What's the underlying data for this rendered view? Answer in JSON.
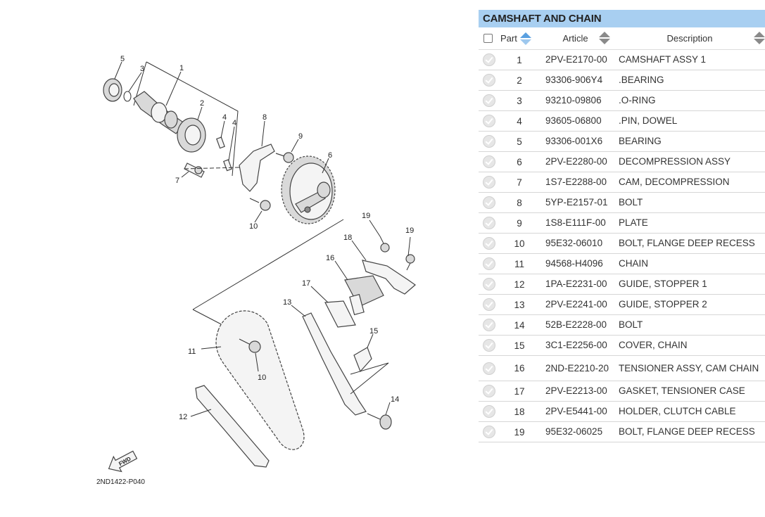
{
  "diagram": {
    "code": "2ND1422-P040",
    "fwd_label": "FWD",
    "callouts": [
      "1",
      "2",
      "3",
      "4",
      "4",
      "5",
      "6",
      "7",
      "8",
      "9",
      "10",
      "10",
      "11",
      "12",
      "13",
      "14",
      "15",
      "16",
      "17",
      "18",
      "19",
      "19"
    ]
  },
  "table": {
    "title": "CAMSHAFT AND CHAIN",
    "headers": {
      "part": "Part",
      "article": "Article",
      "description": "Description"
    },
    "rows": [
      {
        "part": "1",
        "article": "2PV-E2170-00",
        "description": "CAMSHAFT ASSY 1"
      },
      {
        "part": "2",
        "article": "93306-906Y4",
        "description": ".BEARING"
      },
      {
        "part": "3",
        "article": "93210-09806",
        "description": ".O-RING"
      },
      {
        "part": "4",
        "article": "93605-06800",
        "description": ".PIN, DOWEL"
      },
      {
        "part": "5",
        "article": "93306-001X6",
        "description": "BEARING"
      },
      {
        "part": "6",
        "article": "2PV-E2280-00",
        "description": "DECOMPRESSION ASSY"
      },
      {
        "part": "7",
        "article": "1S7-E2288-00",
        "description": "CAM, DECOMPRESSION"
      },
      {
        "part": "8",
        "article": "5YP-E2157-01",
        "description": "BOLT"
      },
      {
        "part": "9",
        "article": "1S8-E111F-00",
        "description": "PLATE"
      },
      {
        "part": "10",
        "article": "95E32-06010",
        "description": "BOLT, FLANGE DEEP RECESS"
      },
      {
        "part": "11",
        "article": "94568-H4096",
        "description": "CHAIN"
      },
      {
        "part": "12",
        "article": "1PA-E2231-00",
        "description": "GUIDE, STOPPER 1"
      },
      {
        "part": "13",
        "article": "2PV-E2241-00",
        "description": "GUIDE, STOPPER 2"
      },
      {
        "part": "14",
        "article": "52B-E2228-00",
        "description": "BOLT"
      },
      {
        "part": "15",
        "article": "3C1-E2256-00",
        "description": "COVER, CHAIN"
      },
      {
        "part": "16",
        "article": "2ND-E2210-20",
        "description": "TENSIONER ASSY, CAM CHAIN"
      },
      {
        "part": "17",
        "article": "2PV-E2213-00",
        "description": "GASKET, TENSIONER CASE"
      },
      {
        "part": "18",
        "article": "2PV-E5441-00",
        "description": "HOLDER, CLUTCH CABLE"
      },
      {
        "part": "19",
        "article": "95E32-06025",
        "description": "BOLT, FLANGE DEEP RECESS"
      }
    ]
  }
}
